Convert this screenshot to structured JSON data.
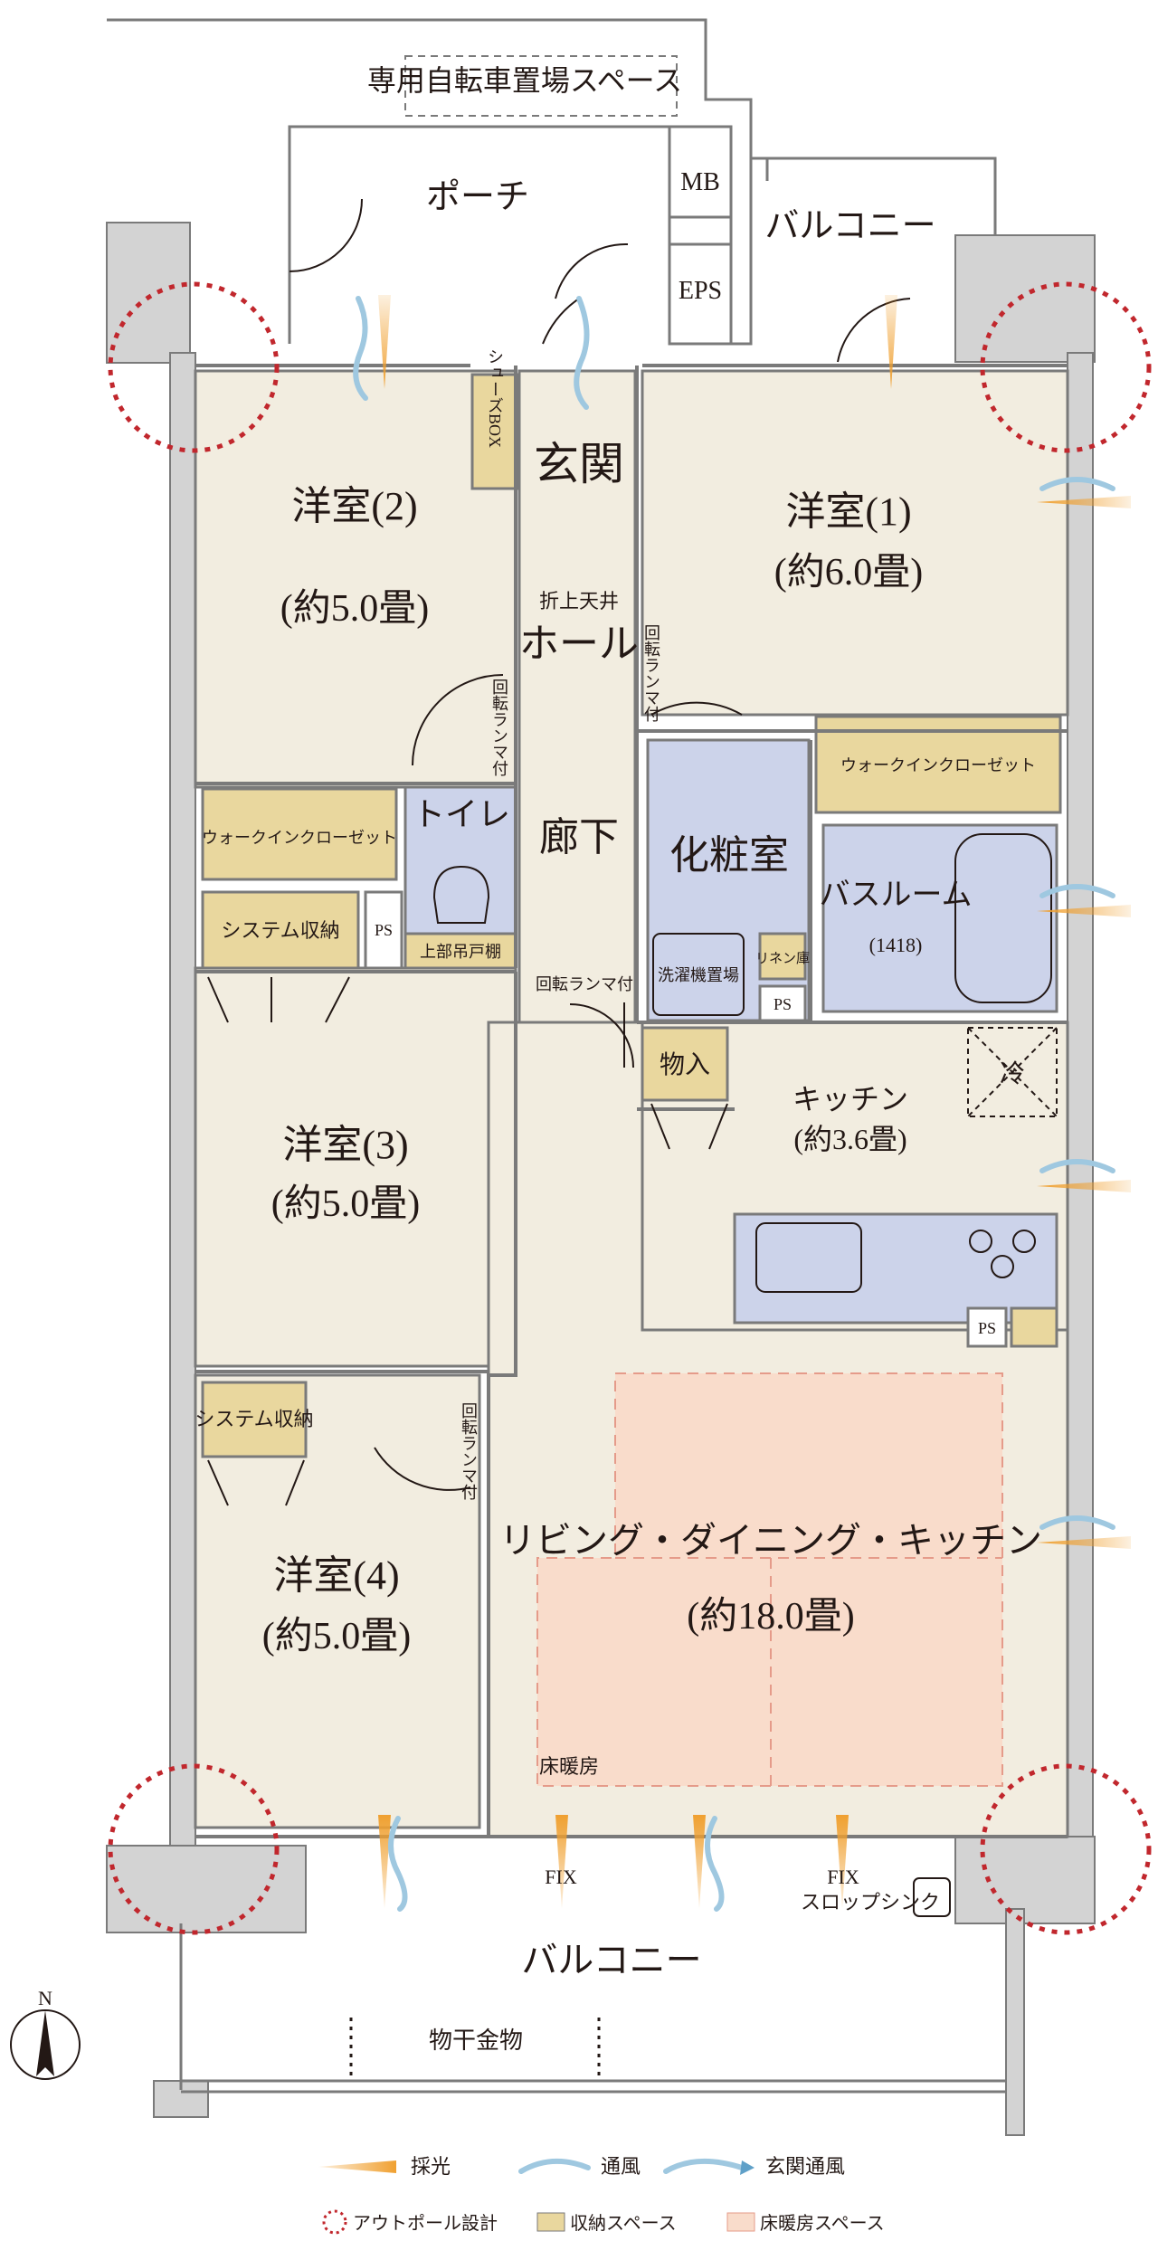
{
  "colors": {
    "room_floor": "#f2ede0",
    "storage": "#e9d79e",
    "wet_area": "#ccd3ea",
    "floor_heating": "#f9dccb",
    "wall": "#7a7a7a",
    "wall_fill": "#d3d3d3",
    "outpole": "#c1272d",
    "light": "#f0a030",
    "wind": "#9fc8e0"
  },
  "labels": {
    "bicycle": "専用自転車置場スペース",
    "porch": "ポーチ",
    "mb": "MB",
    "eps": "EPS",
    "balcony_top": "バルコニー",
    "balcony_bottom": "バルコニー",
    "shoes_box": "シューズBOX",
    "entrance": "玄関",
    "folded_ceiling": "折上天井",
    "hall": "ホール",
    "corridor": "廊下",
    "toilet": "トイレ",
    "upper_cabinet": "上部吊戸棚",
    "ps": "PS",
    "vanity": "化粧室",
    "washer": "洗濯機置場",
    "linen": "リネン庫",
    "bath": "バスルーム",
    "bath_size": "(1418)",
    "wic_left": "ウォークインクローゼット",
    "wic_right": "ウォークインクローゼット",
    "system_storage_1": "システム収納",
    "system_storage_2": "システム収納",
    "storage_closet": "物入",
    "fridge": "冷",
    "transom": "回転ランマ付",
    "fix_left": "FIX",
    "fix_right": "FIX",
    "slop_sink": "スロップシンク",
    "floor_heating": "床暖房",
    "hanger": "物干金物",
    "north": "N"
  },
  "rooms": {
    "room1": {
      "name": "洋室(1)",
      "size": "(約6.0畳)"
    },
    "room2": {
      "name": "洋室(2)",
      "size": "(約5.0畳)"
    },
    "room3": {
      "name": "洋室(3)",
      "size": "(約5.0畳)"
    },
    "room4": {
      "name": "洋室(4)",
      "size": "(約5.0畳)"
    },
    "kitchen": {
      "name": "キッチン",
      "size": "(約3.6畳)"
    },
    "ldk": {
      "name": "リビング・ダイニング・キッチン",
      "size": "(約18.0畳)"
    }
  },
  "legend": {
    "daylight": "採光",
    "ventilation": "通風",
    "entrance_ventilation": "玄関通風",
    "outpole": "アウトポール設計",
    "storage_space": "収納スペース",
    "floor_heating_space": "床暖房スペース"
  }
}
